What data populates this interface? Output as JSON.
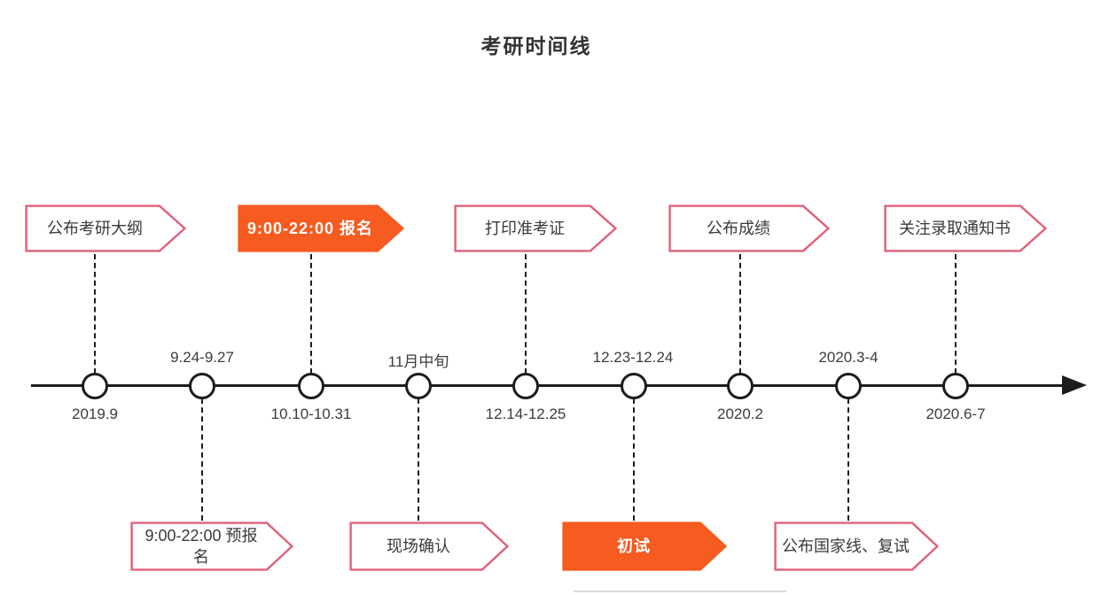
{
  "title": "考研时间线",
  "colors": {
    "accent_orange": "#F65B1F",
    "border_pink": "#E0607A",
    "line_black": "#1C1C1C",
    "text_dark": "#3A3A3A"
  },
  "banners": {
    "top": [
      {
        "label": "公布考研大纲",
        "variant": "outline"
      },
      {
        "label": "9:00-22:00 报名",
        "variant": "filled"
      },
      {
        "label": "打印准考证",
        "variant": "outline"
      },
      {
        "label": "公布成绩",
        "variant": "outline"
      },
      {
        "label": "关注录取通知书",
        "variant": "outline"
      }
    ],
    "bottom": [
      {
        "label": "9:00-22:00 预报名",
        "variant": "outline"
      },
      {
        "label": "现场确认",
        "variant": "outline"
      },
      {
        "label": "初试",
        "variant": "filled"
      },
      {
        "label": "公布国家线、复试",
        "variant": "outline"
      }
    ]
  },
  "axis": {
    "dates_above": [
      "9.24-9.27",
      "11月中旬",
      "12.23-12.24",
      "2020.3-4"
    ],
    "dates_below": [
      "2019.9",
      "10.10-10.31",
      "12.14-12.25",
      "2020.2",
      "2020.6-7"
    ]
  }
}
